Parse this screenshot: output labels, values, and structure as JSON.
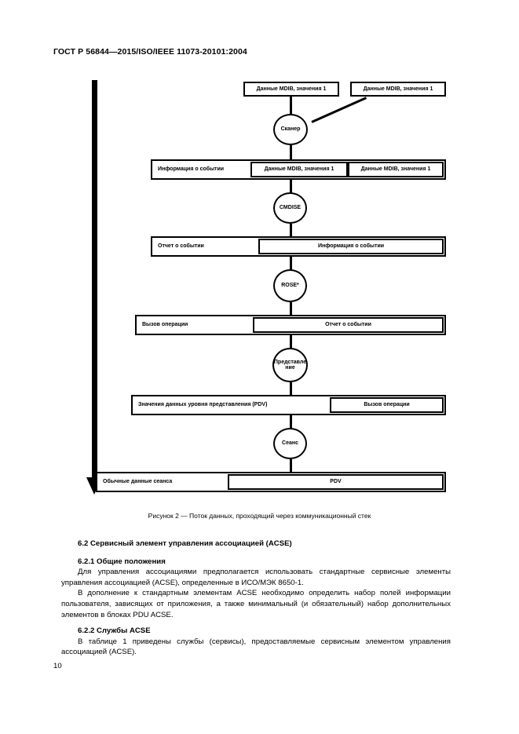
{
  "header": {
    "standard_ref": "ГОСТ Р 56844—2015/ISO/IEEE 11073-20101:2004"
  },
  "figure": {
    "caption": "Рисунок 2 — Поток данных, проходящий через коммуникационный стек",
    "arrow": {
      "name": "downward-data-flow-arrow"
    },
    "nodes": {
      "mdib_top_left": "Данные MDIB, значения 1",
      "mdib_top_right": "Данные MDIB, значения 1",
      "scanner": "Сканер",
      "event_info_row2": "Информация о событии",
      "mdib_row2_a": "Данные MDIB, значения 1",
      "mdib_row2_b": "Данные MDIB, значения 1",
      "cmdise": "CMDISE",
      "event_report_row3": "Отчет о событии",
      "event_info_row3": "Информация о событии",
      "rose": "ROSE*",
      "operation_invoke_row4": "Вызов операции",
      "event_report_row4": "Отчет о событии",
      "presentation_line1": "Представле",
      "presentation_line2": "ние",
      "pdv_values_row5": "Значения данных уровня представления (PDV)",
      "operation_invoke_row5": "Вызов операции",
      "session": "Сеанс",
      "normal_session_data_row6": "Обычные данные сеанса",
      "pdv_row6": "PDV"
    }
  },
  "content": {
    "section_6_2_title": "6.2 Сервисный элемент управления ассоциацией (ACSE)",
    "section_6_2_1_title": "6.2.1 Общие положения",
    "paragraph_1": "Для управления ассоциациями предполагается использовать стандартные сервисные элементы управления ассоциацией (ACSE), определенные в ИСО/МЭК 8650-1.",
    "paragraph_2": "В дополнение к стандартным элементам ACSE необходимо определить набор полей информации пользователя, зависящих от приложения, а также минимальный (и обязательный) набор дополнительных элементов в блоках PDU ACSE.",
    "section_6_2_2_title": "6.2.2 Службы ACSE",
    "paragraph_3": "В таблице 1 приведены службы (сервисы), предоставляемые сервисным элементом управления ассоциацией (ACSE)."
  },
  "footer": {
    "page_number": "10"
  }
}
